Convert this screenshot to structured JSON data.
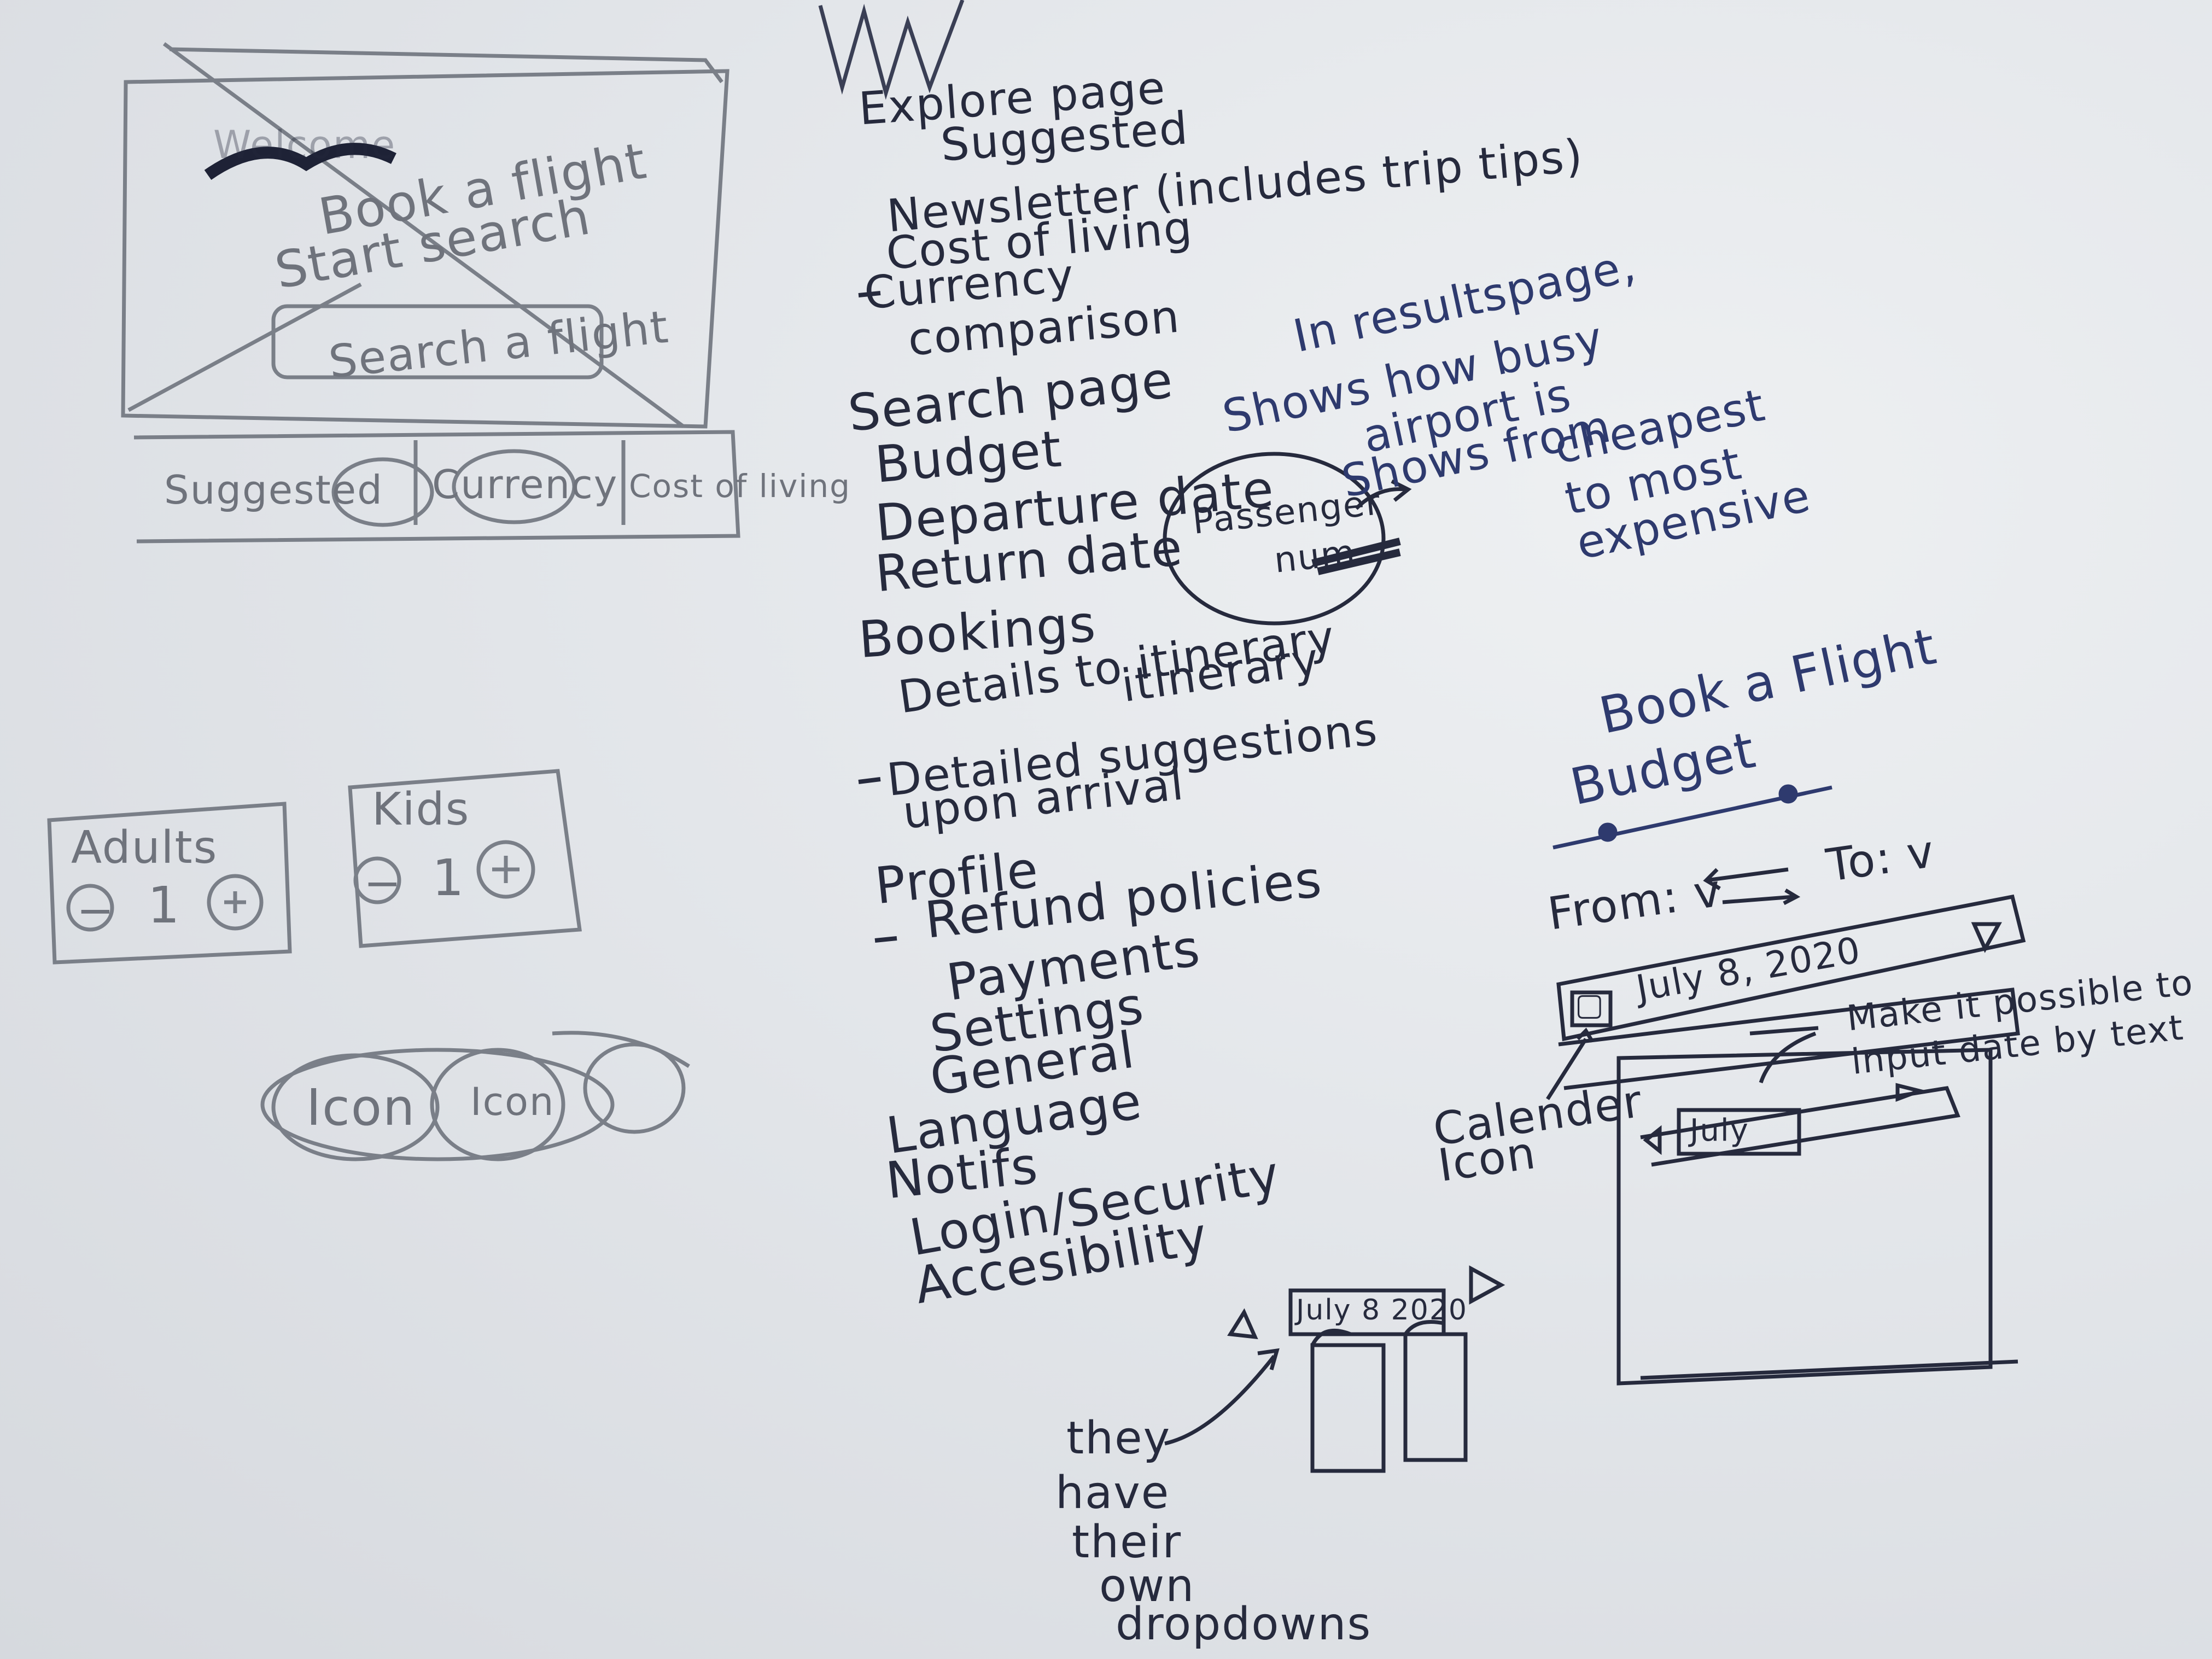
{
  "wireframe_home": {
    "title_scribble": "Welcome",
    "heading_line1": "Book a flight",
    "heading_line2": "Start search",
    "search_button": "Search a flight",
    "nav_items": [
      "Suggested",
      "Currency",
      "Cost of living"
    ]
  },
  "explore": {
    "title": "Explore page",
    "items": [
      "Suggested",
      "Newsletter (includes trip tips)",
      "Cost of living",
      "Currency",
      "comparison"
    ]
  },
  "search_page": {
    "title": "Search page",
    "items": [
      "Budget",
      "Departure date",
      "Return date"
    ],
    "passenger_label_line1": "Passenger",
    "passenger_label_line2": "num."
  },
  "results_note": {
    "line1": "In resultspage,",
    "line2": "Shows how busy",
    "line3": "airport is",
    "line4": "Shows from",
    "line5": "cheapest",
    "line6": "to most",
    "line7": "expensive"
  },
  "bookings": {
    "title": "Bookings",
    "items": [
      "Details to itinerary",
      "itinerary",
      "Detailed suggestions",
      "upon arrival"
    ]
  },
  "profile": {
    "title": "Profile",
    "items": [
      "Refund policies",
      "Payments",
      "Settings",
      "General",
      "Language",
      "Notifs",
      "Login/Security",
      "Accesibility"
    ]
  },
  "passenger_counters": {
    "adults_label": "Adults",
    "adults_value": "1",
    "kids_label": "Kids",
    "kids_value": "1"
  },
  "pill_group": [
    "Icon",
    "Icon",
    ""
  ],
  "booking_form": {
    "title": "Book a Flight",
    "budget_label": "Budget",
    "from_label": "From: v",
    "to_label": "To: v",
    "date_value": "July 8, 2020",
    "calendar_month": "July",
    "note_make_possible": "Make it possible to input date by text",
    "calendar_icon_note_line1": "Calender",
    "calendar_icon_note_line2": "Icon"
  },
  "mini_calendar": {
    "month": "July 8 2020",
    "note": [
      "they",
      "have",
      "their",
      "own",
      "dropdowns"
    ]
  },
  "colors": {
    "ink_dark": "#262a3d",
    "ink_blue": "#2e3a6e",
    "pencil": "#6f737c",
    "paper": "#e6e8eb"
  }
}
